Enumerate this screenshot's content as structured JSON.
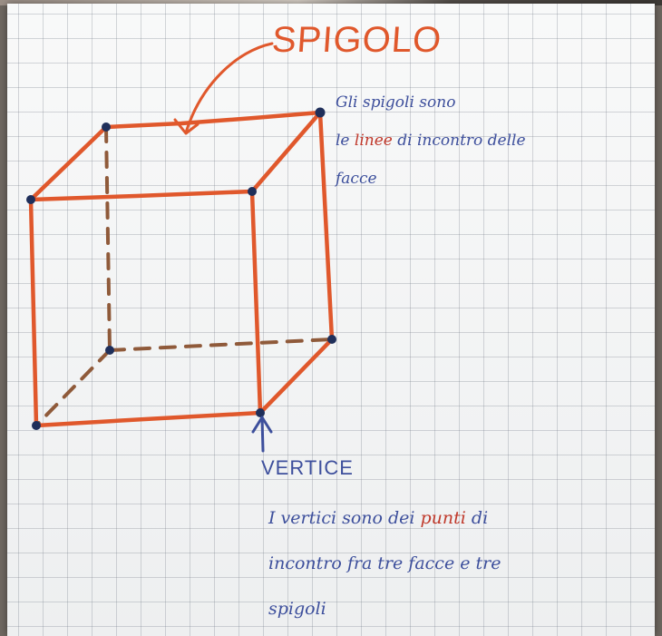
{
  "image": {
    "description_colors": {
      "paper": "#f5f6f6",
      "grid": "#9aa0ac",
      "edge_orange": "#e0582c",
      "ink_blue": "#3d4f9c",
      "ink_red": "#c0392b"
    }
  },
  "labels": {
    "spigolo_title": "SPIGOLO",
    "vertice_title": "VERTICE"
  },
  "note_spigoli": {
    "line1": "Gli spigoli sono",
    "line2_pre": "le ",
    "line2_red": "linee",
    "line2_post": " di incontro delle",
    "line3": "facce"
  },
  "note_vertici": {
    "line1_pre": "I vertici sono dei ",
    "line1_red": "punti",
    "line1_post": " di",
    "line2": "incontro fra tre facce e tre",
    "line3": "spigoli"
  },
  "icons": {
    "spigolo_arrow": "curved-arrow-icon",
    "vertice_arrow": "arrow-up-icon"
  }
}
